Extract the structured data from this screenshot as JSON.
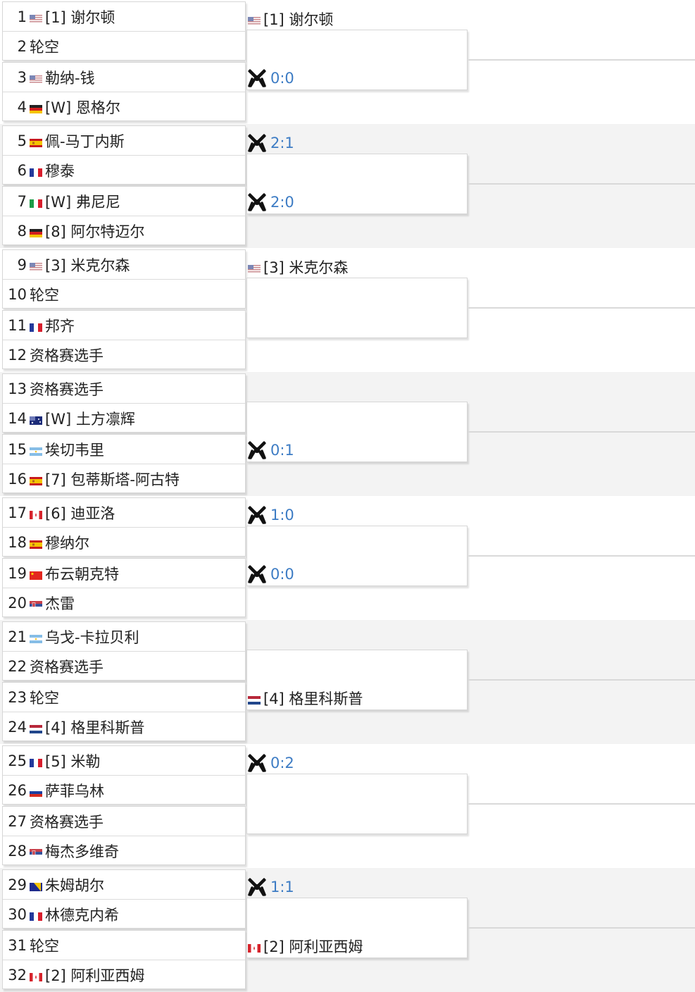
{
  "players": [
    {
      "num": "1",
      "flag": "us",
      "name": "[1] 谢尔顿"
    },
    {
      "num": "2",
      "flag": "",
      "name": "轮空"
    },
    {
      "num": "3",
      "flag": "us",
      "name": "勒纳-钱"
    },
    {
      "num": "4",
      "flag": "de",
      "name": "[W] 恩格尔"
    },
    {
      "num": "5",
      "flag": "es",
      "name": "佩-马丁内斯"
    },
    {
      "num": "6",
      "flag": "fr",
      "name": "穆泰"
    },
    {
      "num": "7",
      "flag": "it",
      "name": "[W] 弗尼尼"
    },
    {
      "num": "8",
      "flag": "de",
      "name": "[8] 阿尔特迈尔"
    },
    {
      "num": "9",
      "flag": "us",
      "name": "[3] 米克尔森"
    },
    {
      "num": "10",
      "flag": "",
      "name": "轮空"
    },
    {
      "num": "11",
      "flag": "fr",
      "name": "邦齐"
    },
    {
      "num": "12",
      "flag": "",
      "name": "资格赛选手"
    },
    {
      "num": "13",
      "flag": "",
      "name": "资格赛选手"
    },
    {
      "num": "14",
      "flag": "au",
      "name": "[W] 土方凛辉"
    },
    {
      "num": "15",
      "flag": "ar",
      "name": "埃切韦里"
    },
    {
      "num": "16",
      "flag": "es",
      "name": "[7] 包蒂斯塔-阿古特"
    },
    {
      "num": "17",
      "flag": "ca",
      "name": "[6] 迪亚洛"
    },
    {
      "num": "18",
      "flag": "es",
      "name": "穆纳尔"
    },
    {
      "num": "19",
      "flag": "cn",
      "name": "布云朝克特"
    },
    {
      "num": "20",
      "flag": "rs",
      "name": "杰雷"
    },
    {
      "num": "21",
      "flag": "ar",
      "name": "乌戈-卡拉贝利"
    },
    {
      "num": "22",
      "flag": "",
      "name": "资格赛选手"
    },
    {
      "num": "23",
      "flag": "",
      "name": "轮空"
    },
    {
      "num": "24",
      "flag": "nl",
      "name": "[4] 格里科斯普"
    },
    {
      "num": "25",
      "flag": "fr",
      "name": "[5] 米勒"
    },
    {
      "num": "26",
      "flag": "ru",
      "name": "萨菲乌林"
    },
    {
      "num": "27",
      "flag": "",
      "name": "资格赛选手"
    },
    {
      "num": "28",
      "flag": "rs",
      "name": "梅杰多维奇"
    },
    {
      "num": "29",
      "flag": "ba",
      "name": "朱姆胡尔"
    },
    {
      "num": "30",
      "flag": "fr",
      "name": "林德克内希"
    },
    {
      "num": "31",
      "flag": "",
      "name": "轮空"
    },
    {
      "num": "32",
      "flag": "ca",
      "name": "[2] 阿利亚西姆"
    }
  ],
  "round2": [
    {
      "type": "advance",
      "flag": "us",
      "name": "[1] 谢尔顿"
    },
    {
      "type": "score",
      "score": "0:0"
    },
    {
      "type": "score",
      "score": "2:1"
    },
    {
      "type": "score",
      "score": "2:0"
    },
    {
      "type": "advance",
      "flag": "us",
      "name": "[3] 米克尔森"
    },
    {
      "type": "empty"
    },
    {
      "type": "empty"
    },
    {
      "type": "score",
      "score": "0:1"
    },
    {
      "type": "score",
      "score": "1:0"
    },
    {
      "type": "score",
      "score": "0:0"
    },
    {
      "type": "empty"
    },
    {
      "type": "advance",
      "flag": "nl",
      "name": "[4] 格里科斯普"
    },
    {
      "type": "score",
      "score": "0:2"
    },
    {
      "type": "empty"
    },
    {
      "type": "score",
      "score": "1:1"
    },
    {
      "type": "advance",
      "flag": "ca",
      "name": "[2] 阿利亚西姆"
    }
  ],
  "icons": {
    "match": "versus-icon"
  }
}
